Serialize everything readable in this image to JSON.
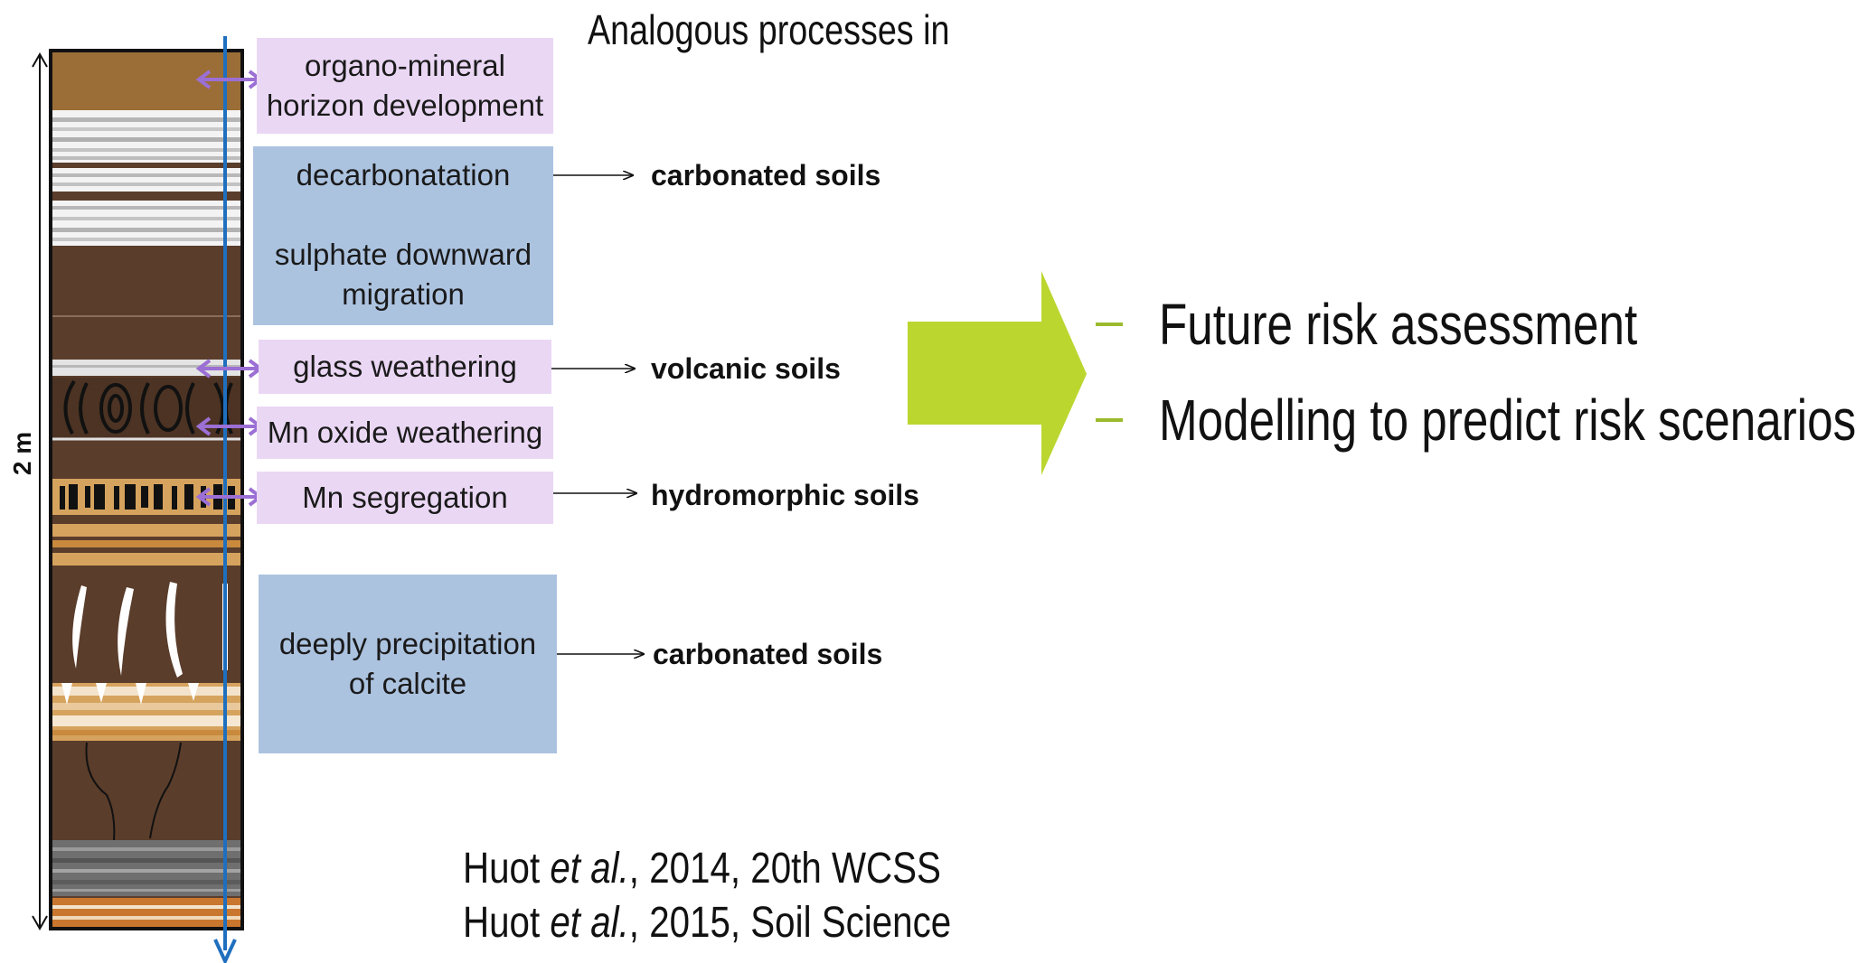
{
  "heading": "Analogous processes in",
  "depth_label": "2 m",
  "process_boxes": {
    "organo": [
      "organo-mineral",
      "horizon development"
    ],
    "decarb": [
      "decarbonatation"
    ],
    "sulphate": [
      "sulphate downward",
      "migration"
    ],
    "glass": [
      "glass weathering"
    ],
    "mnoxide": [
      "Mn oxide weathering"
    ],
    "mnseg": [
      "Mn segregation"
    ],
    "calcite": [
      "deeply precipitation",
      "of calcite"
    ]
  },
  "soil_types": {
    "carbonated_1": "carbonated soils",
    "volcanic": "volcanic soils",
    "hydromorphic": "hydromorphic soils",
    "carbonated_2": "carbonated soils"
  },
  "outcomes": [
    "Future risk assessment",
    "Modelling to predict risk scenarios"
  ],
  "references": [
    {
      "author": "Huot ",
      "etal": "et al.",
      "rest": ", 2014, 20th WCSS"
    },
    {
      "author": "Huot ",
      "etal": "et al.",
      "rest": ", 2015, Soil Science"
    }
  ],
  "colors": {
    "dark_soil": "#5a3d2b",
    "top_horizon": "#9b6e37",
    "process_pink": "#ead7f4",
    "process_blue": "#acc3e0",
    "profile_arrow": "#1f6fbf",
    "exchange_arrow": "#9b6fd4",
    "big_arrow": "#bcd630",
    "bullet_dash": "#9bbb2e"
  }
}
